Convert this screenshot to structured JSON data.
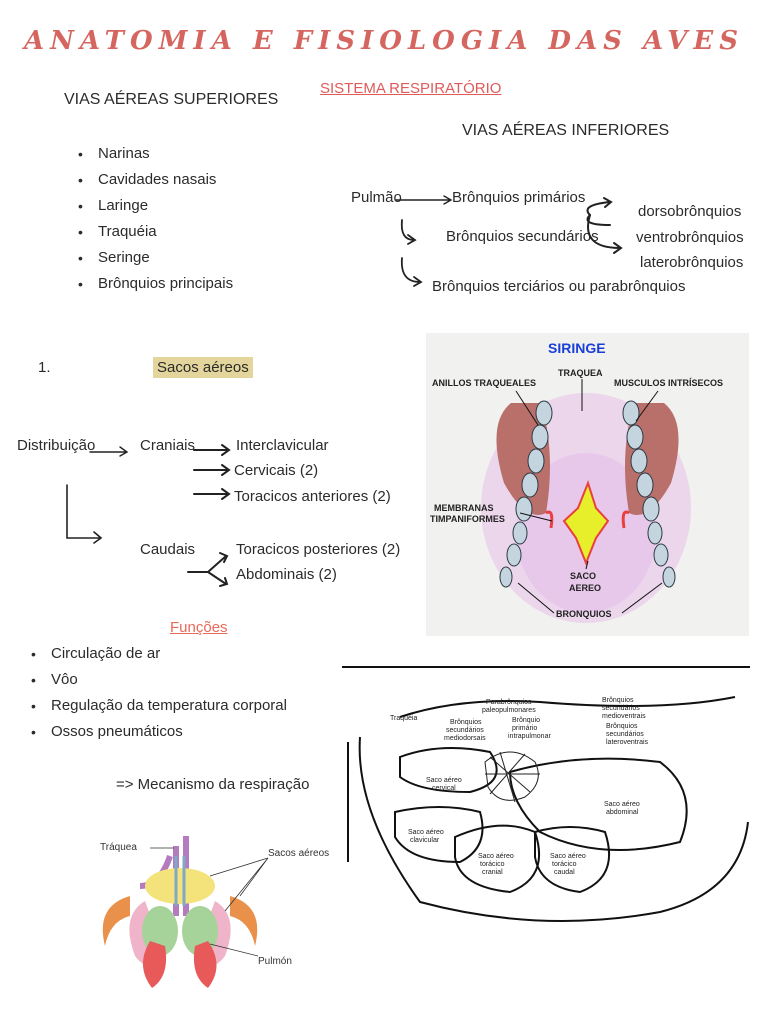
{
  "title": "ANATOMIA E FISIOLOGIA DAS AVES",
  "section_title": "SISTEMA RESPIRATÓRIO",
  "upper_airways": {
    "heading": "VIAS AÉREAS SUPERIORES",
    "items": [
      "Narinas",
      "Cavidades nasais",
      "Laringe",
      "Traquéia",
      "Seringe",
      "Brônquios principais"
    ]
  },
  "lower_airways": {
    "heading": "VIAS AÉREAS INFERIORES",
    "pulmao": "Pulmão",
    "primarios": "Brônquios primários",
    "secundarios": "Brônquios secundários",
    "terciarios": "Brônquios terciários ou parabrônquios",
    "branches": [
      "dorsobrônquios",
      "ventrobrônquios",
      "laterobrônquios"
    ]
  },
  "sacos": {
    "number": "1.",
    "heading": "Sacos aéreos",
    "distribuicao": "Distribuição",
    "craniais": "Craniais",
    "cranial_items": [
      "Interclavicular",
      "Cervicais (2)",
      "Toracicos anteriores (2)"
    ],
    "caudais": "Caudais",
    "caudal_items": [
      "Toracicos posteriores (2)",
      "Abdominais (2)"
    ]
  },
  "funcoes": {
    "heading": "Funções",
    "items": [
      "Circulação de ar",
      "Vôo",
      "Regulação da temperatura corporal",
      "Ossos pneumáticos"
    ]
  },
  "mecanismo": "=> Mecanismo da respiração",
  "siringe_figure": {
    "title": "SIRINGE",
    "labels": {
      "traquea": "TRAQUEA",
      "anillos": "ANILLOS TRAQUEALES",
      "musculos": "MUSCULOS INTRÍSECOS",
      "membranas_1": "MEMBRANAS",
      "membranas_2": "TIMPANIFORMES",
      "saco_1": "SACO",
      "saco_2": "AEREO",
      "bronquios": "BRONQUIOS"
    }
  },
  "lung_diagram": {
    "labels": {
      "traqueia": "Traquéia",
      "parabronquios_1": "Parabrônquios",
      "parabronquios_2": "paleopulmonares",
      "bronquios_medio_1": "Brônquios",
      "bronquios_medio_2": "secundários",
      "bronquios_medio_3": "mediodorsais",
      "bronquio_primario_1": "Brônquio",
      "bronquio_primario_2": "primário",
      "bronquio_primario_3": "intrapulmonar",
      "bronquios_ventrais_1": "Brônquios",
      "bronquios_ventrais_2": "secundários",
      "bronquios_ventrais_3": "medioventrais",
      "bronquios_lat_1": "Brônquios",
      "bronquios_lat_2": "secundários",
      "bronquios_lat_3": "lateroventrais",
      "cervical_1": "Saco aéreo",
      "cervical_2": "cervical",
      "abdominal_1": "Saco aéreo",
      "abdominal_2": "abdominal",
      "clavicular_1": "Saco aéreo",
      "clavicular_2": "clavicular",
      "toracico_cr_1": "Saco aéreo",
      "toracico_cr_2": "torácico",
      "toracico_cr_3": "cranial",
      "toracico_ca_1": "Saco aéreo",
      "toracico_ca_2": "torácico",
      "toracico_ca_3": "caudal"
    }
  },
  "bird_figure": {
    "traquea": "Tráquea",
    "sacos": "Sacos aéreos",
    "pulmon": "Pulmón"
  },
  "colors": {
    "title": "#d5665f",
    "section": "#e05a5a",
    "highlight": "#e3d59b",
    "siringe_title": "#1a3fd8"
  }
}
